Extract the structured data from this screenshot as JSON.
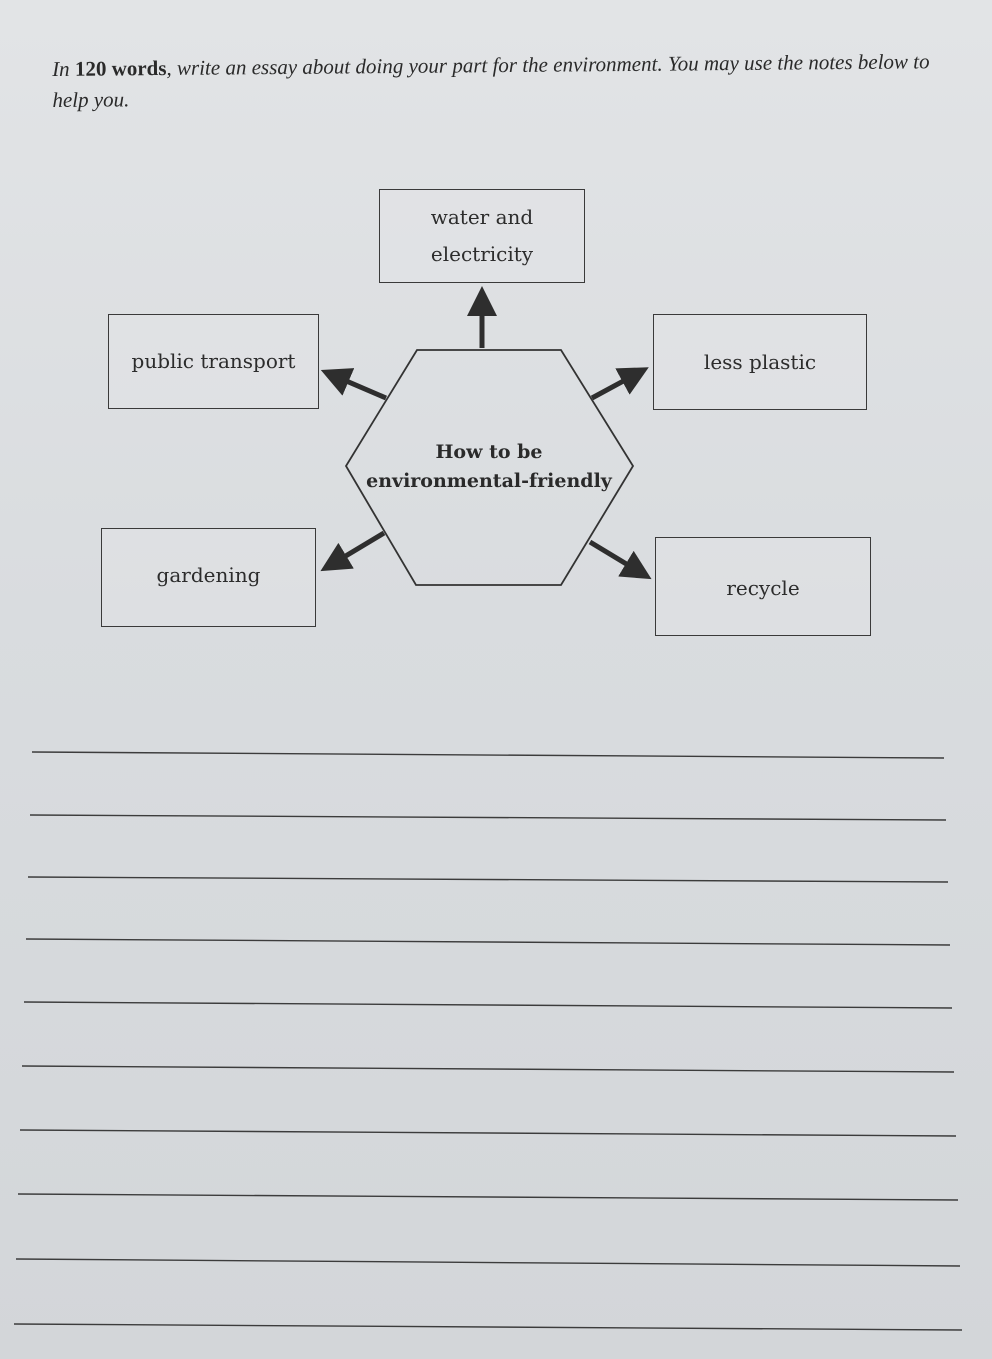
{
  "instruction": {
    "lead": "In ",
    "bold": "120 words",
    "rest": ", write an essay about doing your part for the environment. You may use the notes below to help you."
  },
  "diagram": {
    "center": {
      "line1": "How to be",
      "line2": "environmental-friendly"
    },
    "water": {
      "line1": "water and",
      "line2": "electricity"
    },
    "transport": "public transport",
    "plastic": "less plastic",
    "gardening": "gardening",
    "recycle": "recycle"
  },
  "writing_lines_count": 10
}
